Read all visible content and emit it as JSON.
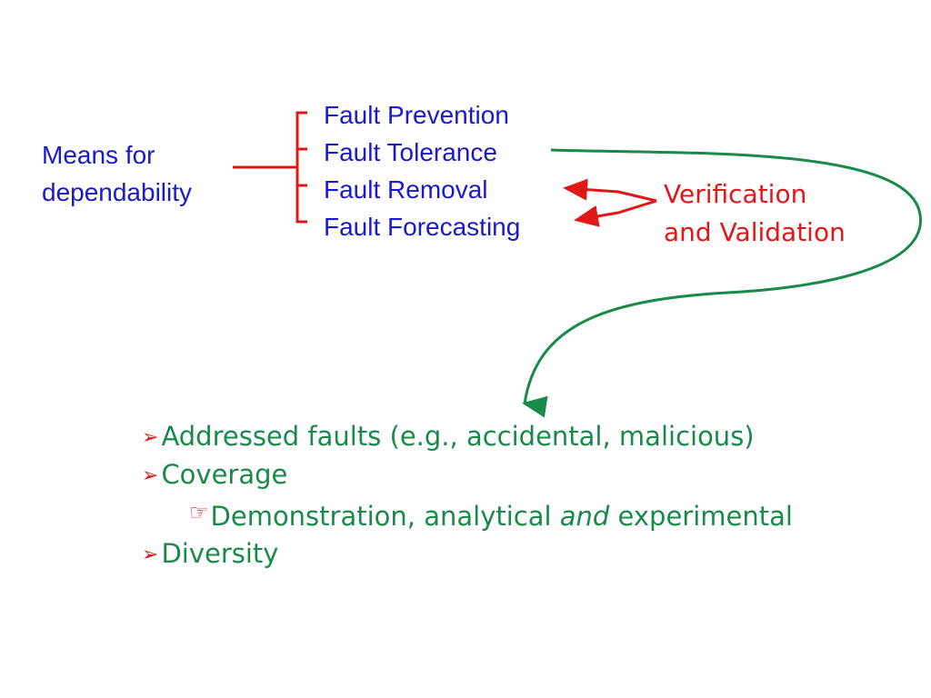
{
  "means": {
    "line1": "Means for",
    "line2": "dependability"
  },
  "fault_list": {
    "items": [
      "Fault Prevention",
      "Fault Tolerance",
      "Fault Removal",
      "Fault Forecasting"
    ]
  },
  "vv": {
    "line1": "Verification",
    "line2": "and Validation"
  },
  "bullets": {
    "b1": "Addressed faults (e.g., accidental, malicious)",
    "b2": "Coverage",
    "b3_pre": "Demonstration, analytical ",
    "b3_em": "and",
    "b3_post": " experimental",
    "b4": "Diversity"
  },
  "icons": {
    "bullet": "arrowhead-bullet-icon",
    "sub_bullet": "pointing-hand-icon"
  },
  "colors": {
    "blue_text": "#1a1acc",
    "red": "#e01818",
    "green": "#1a8a4a"
  }
}
